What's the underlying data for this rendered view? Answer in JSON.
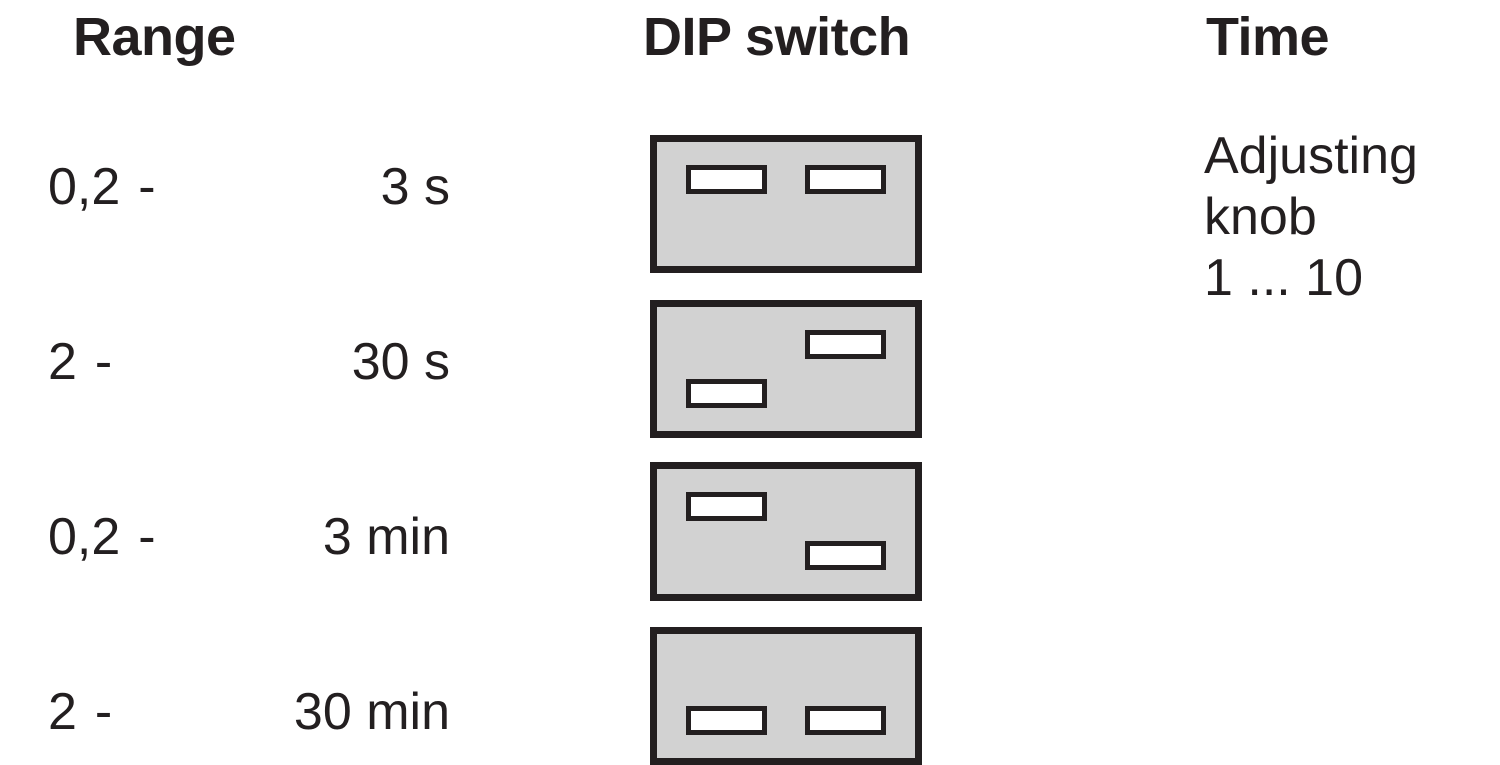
{
  "headers": {
    "range": "Range",
    "dip_switch": "DIP switch",
    "time": "Time"
  },
  "colors": {
    "ink": "#231f20",
    "switch_body": "#d2d2d2",
    "lever_fill": "#ffffff",
    "background": "#ffffff"
  },
  "rows": [
    {
      "from": "0,2",
      "dash": "-",
      "to": "3 s",
      "range_label": "0,2 - 3 s",
      "dip": {
        "left": "up",
        "right": "up"
      }
    },
    {
      "from": "2",
      "dash": "-",
      "to": "30 s",
      "range_label": "2 - 30 s",
      "dip": {
        "left": "down",
        "right": "up"
      }
    },
    {
      "from": "0,2",
      "dash": "-",
      "to": "3 min",
      "range_label": "0,2 - 3 min",
      "dip": {
        "left": "up",
        "right": "down"
      }
    },
    {
      "from": "2",
      "dash": "-",
      "to": "30 min",
      "range_label": "2 - 30 min",
      "dip": {
        "left": "down",
        "right": "down"
      }
    }
  ],
  "time": {
    "line1": "Adjusting",
    "line2": "knob",
    "line3": "1 ... 10"
  }
}
